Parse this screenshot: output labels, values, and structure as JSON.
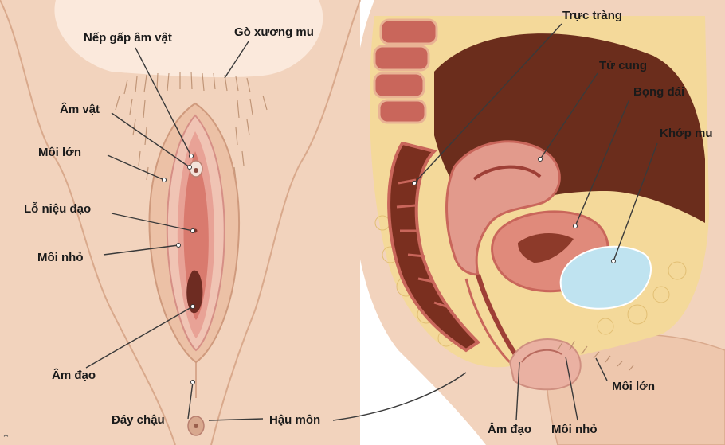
{
  "labels": {
    "nep_gap_am_vat": "Nếp gấp âm vật",
    "go_xuong_mu": "Gò xương mu",
    "am_vat": "Âm vật",
    "moi_lon_left": "Môi lớn",
    "lo_nieu_dao": "Lỗ niệu đạo",
    "moi_nho_left": "Môi nhỏ",
    "am_dao_left": "Âm đạo",
    "day_chau": "Đáy chậu",
    "hau_mon": "Hậu môn",
    "truc_trang": "Trực tràng",
    "tu_cung": "Tử cung",
    "bong_dai": "Bọng đái",
    "khop_mu": "Khớp mu",
    "am_dao_right": "Âm đạo",
    "moi_nho_right": "Môi nhỏ",
    "moi_lon_right": "Môi lớn"
  },
  "corner_mark": "⌃",
  "colors": {
    "skin": "#f2d3bd",
    "skin_shadow": "#e3b99c",
    "labia_inner": "#e8a296",
    "labia_deep": "#c85e5a",
    "opening": "#6e2c22",
    "fat": "#f4d99a",
    "dark_tissue": "#6b2d1c",
    "muscle": "#c9665b",
    "bladder_water": "#bfe3f0",
    "line": "#3a3a3a"
  }
}
